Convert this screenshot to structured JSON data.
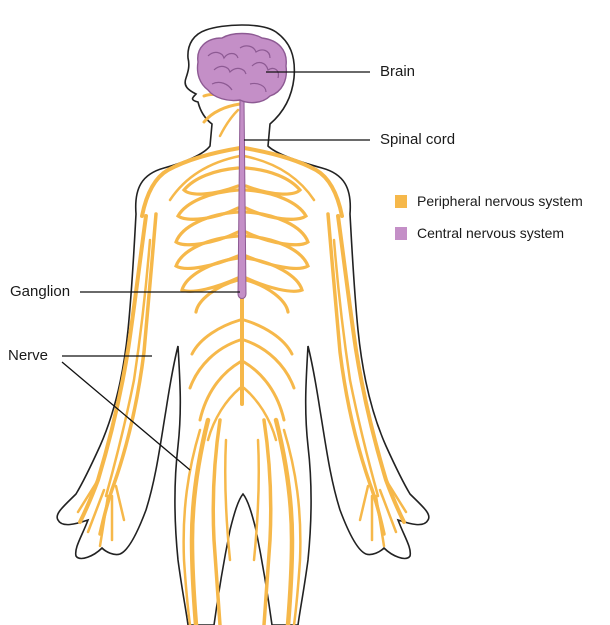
{
  "colors": {
    "peripheral": "#f6b84a",
    "central": "#c48fc7",
    "central_dark": "#8d5a93",
    "outline": "#222222",
    "leader": "#111111"
  },
  "labels": {
    "brain": "Brain",
    "spinal_cord": "Spinal cord",
    "ganglion": "Ganglion",
    "nerve": "Nerve"
  },
  "legend": [
    {
      "label": "Peripheral nervous system",
      "color": "#f6b84a"
    },
    {
      "label": "Central nervous system",
      "color": "#c48fc7"
    }
  ]
}
